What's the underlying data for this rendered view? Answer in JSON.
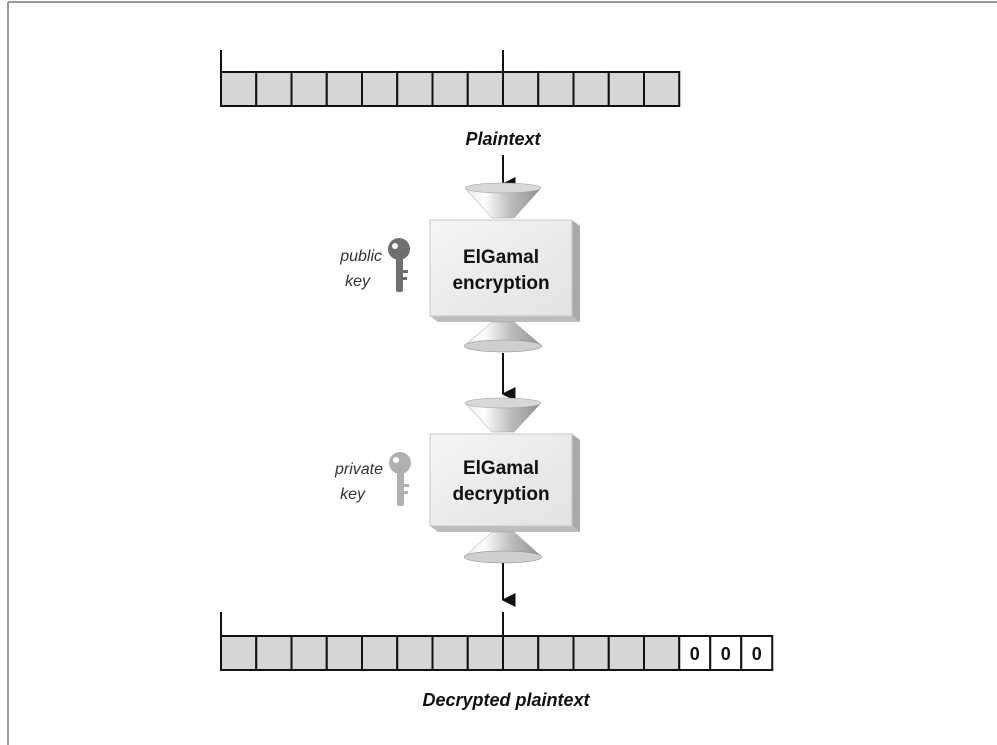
{
  "diagram": {
    "top_label": "Plaintext",
    "bottom_label": "Decrypted plaintext",
    "encryption_box": {
      "line1": "ElGamal",
      "line2": "encryption"
    },
    "decryption_box": {
      "line1": "ElGamal",
      "line2": "decryption"
    },
    "public_key": {
      "line1": "public",
      "line2": "key"
    },
    "private_key": {
      "line1": "private",
      "line2": "key"
    },
    "padding": [
      "0",
      "0",
      "0"
    ],
    "colors": {
      "block_fill": "#d6d6d6",
      "padding_fill": "#ffffff",
      "border": "#111111",
      "frame": "#999999",
      "box_face": "#ececec",
      "box_side": "#b5b5b5",
      "public_key": "#707070",
      "private_key": "#b0b0b0"
    }
  }
}
